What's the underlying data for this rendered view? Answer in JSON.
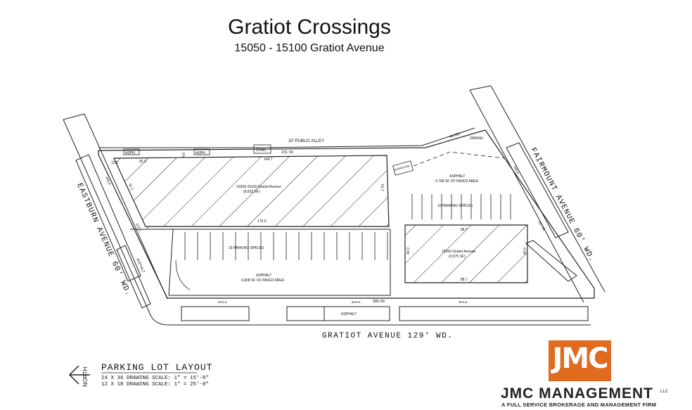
{
  "header": {
    "title": "Gratiot Crossings",
    "subtitle": "15050 - 15100 Gratiot Avenue"
  },
  "streets": {
    "alley": "20' PUBLIC ALLEY",
    "west": "EASTBURN AVENUE 60' WD.",
    "east": "FAIRMOUNT AVENUE 60' WD.",
    "south": "GRATIOT AVENUE 129' WD."
  },
  "labels": {
    "asph_1": "ASPH.",
    "asph_2": "ASPH.",
    "conc": "CONC.",
    "gravel": "GRAVEL",
    "dumpster": "DUMPSTER",
    "walk_west": "WALK",
    "walk_east": "WALK",
    "walk_s1": "WALK",
    "walk_s2": "WALK",
    "walk_s3": "WALK",
    "asphalt_west": "ASPHALT",
    "asphalt_south": "ASPHALT",
    "parking_east": "10 PARKING SPACES",
    "parking_west": "16 PARKING SPACES",
    "paved_east_title": "ASPHALT",
    "paved_east_area": "4,798 SF OF PAVED AREA",
    "paved_west_title": "ASPHALT",
    "paved_west_area": "6,808 SF OF PAVED AREA"
  },
  "buildings": {
    "main_name": "15058-15100 Gratiot Avenue",
    "main_area": "(8,623 SF)",
    "east_name": "15050 Gratiot Avenue",
    "east_area": "(3,575 SF)"
  },
  "dimensions": {
    "d_55_9": "55.9",
    "d_144_7": "144.7",
    "d_231_59": "231.59",
    "d_48_68": "48.684",
    "d_175_0": "175.0",
    "d_88_7_top": "88.7",
    "d_88_7_bot": "88.7",
    "d_40_0_l": "40.0",
    "d_40_0_r": "40.0",
    "d_137_56": "137.56",
    "d_113_0": "113.0",
    "d_285_00": "285.00",
    "d_52_1": "52.1",
    "d_4_8": "4.8",
    "d_61_7": "61.7",
    "d_12_5": "12.5"
  },
  "legend": {
    "north": "NORTH",
    "title": "PARKING LOT LAYOUT",
    "scale_1": "24 X 36 DRAWING SCALE: 1\" = 15'-0\"",
    "scale_2": "12 X 18 DRAWING SCALE: 1\" = 25'-0\""
  },
  "brand": {
    "logo": "JMC",
    "name": "JMC MANAGEMENT",
    "llc": "LLC",
    "tagline": "A FULL SERVICE BROKERAGE AND MANAGEMENT FIRM",
    "color": "#e06b1e"
  }
}
